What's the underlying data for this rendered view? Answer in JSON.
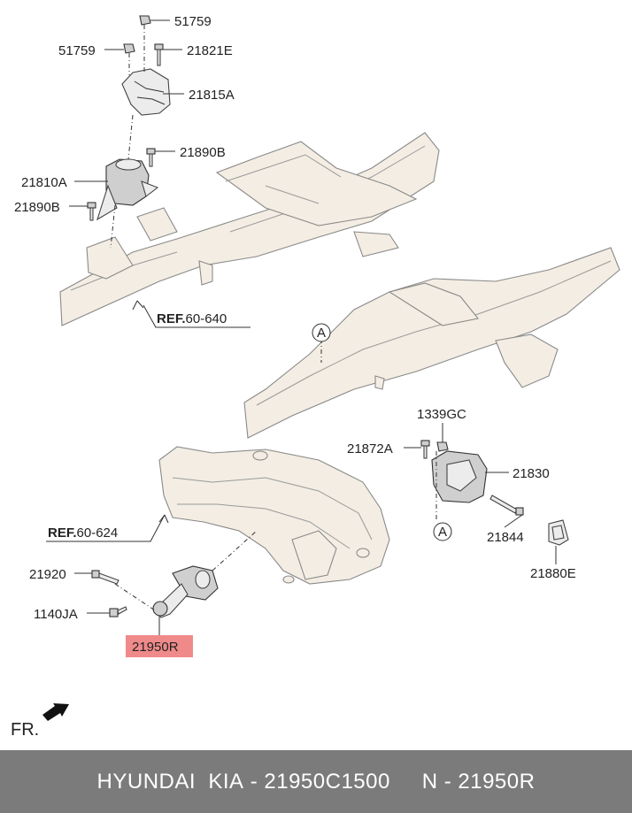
{
  "labels": {
    "l51759_top": "51759",
    "l51759_left": "51759",
    "l21821E": "21821E",
    "l21815A": "21815A",
    "l21890B_right": "21890B",
    "l21810A": "21810A",
    "l21890B_left": "21890B",
    "ref_word_1": "REF.",
    "ref_num_1": "60-640",
    "circle_a_1": "A",
    "l1339GC": "1339GC",
    "l21872A": "21872A",
    "l21830": "21830",
    "circle_a_2": "A",
    "l21844": "21844",
    "l21880E": "21880E",
    "ref_word_2": "REF.",
    "ref_num_2": "60-624",
    "l21920": "21920",
    "l1140JA": "1140JA",
    "l21950R": "21950R",
    "fr": "FR."
  },
  "highlight_color": "#f08a8a",
  "footer": {
    "brand": "HYUNDAI  KIA",
    "sep1": " - ",
    "part_number": "21950C1500",
    "gap": "     ",
    "prefix": "N",
    "sep2": " - ",
    "ref_code": "21950R"
  }
}
